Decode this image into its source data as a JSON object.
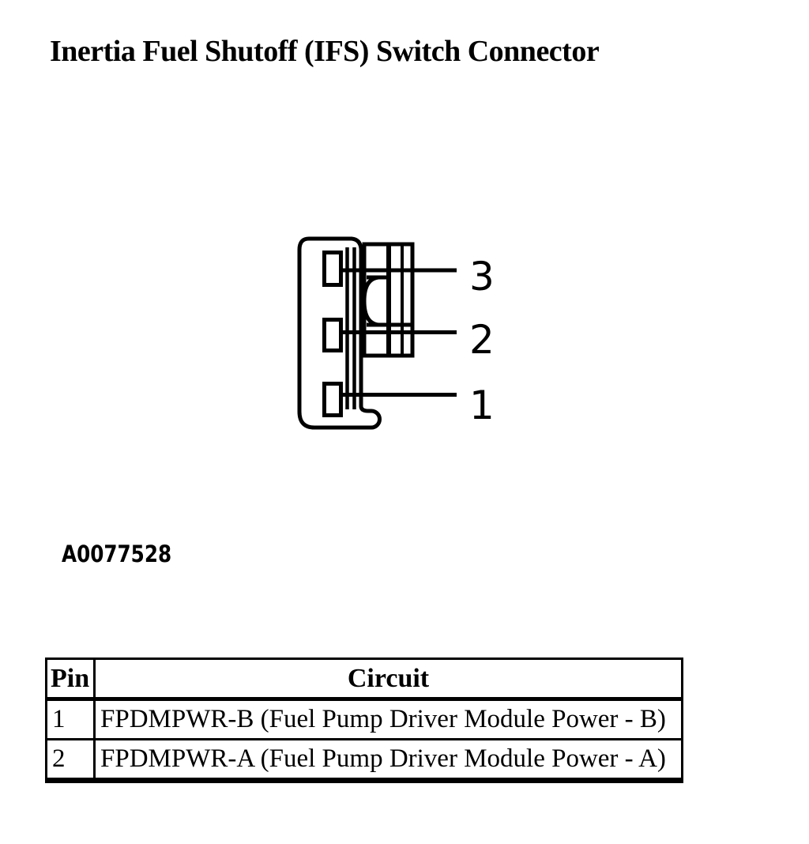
{
  "page": {
    "title": "Inertia Fuel Shutoff (IFS) Switch Connector",
    "figure_id": "A0077528"
  },
  "diagram": {
    "description": "3-pin connector line drawing with numbered pin leader lines",
    "pin_labels": [
      "3",
      "2",
      "1"
    ]
  },
  "table": {
    "headers": [
      "Pin",
      "Circuit"
    ],
    "rows": [
      [
        "1",
        "FPDMPWR-B (Fuel Pump Driver Module Power - B)"
      ],
      [
        "2",
        "FPDMPWR-A (Fuel Pump Driver Module Power - A)"
      ]
    ]
  },
  "colors": {
    "ink": "#000000",
    "background": "#ffffff"
  }
}
